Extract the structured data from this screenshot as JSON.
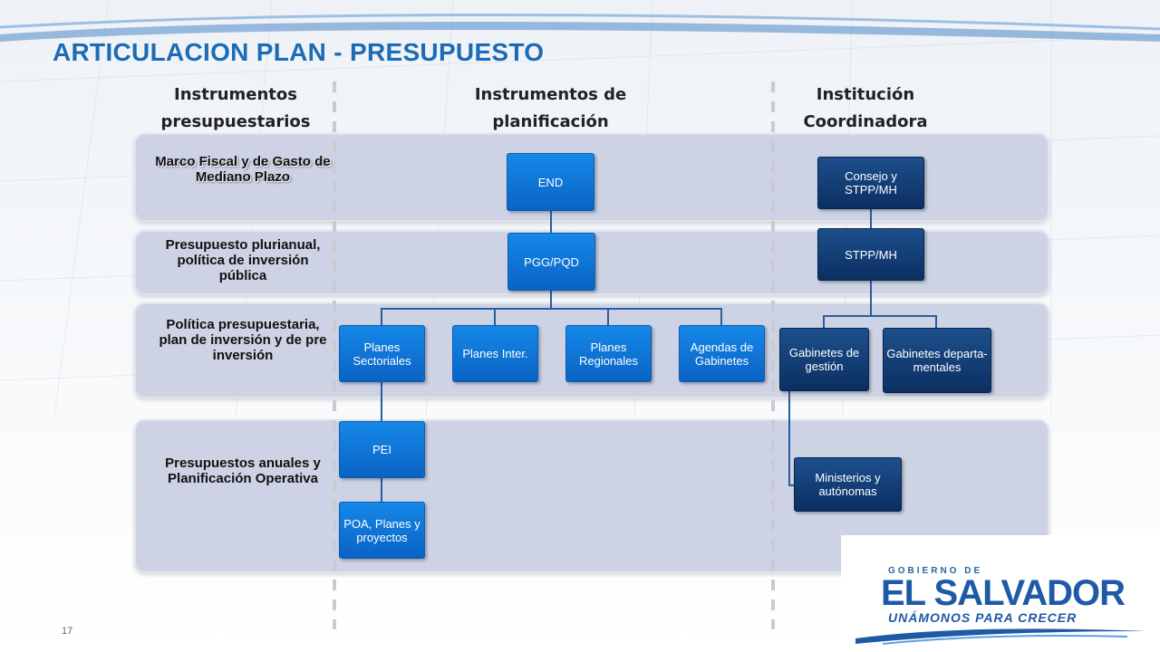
{
  "slide": {
    "title": "ARTICULACION PLAN -  PRESUPUESTO",
    "page_number": "17"
  },
  "columns": {
    "col1": "Instrumentos presupuestarios",
    "col2": "Instrumentos de planificación",
    "col3": "Institución Coordinadora"
  },
  "rows": {
    "row1": "Marco Fiscal y de Gasto de Mediano Plazo",
    "row2": "Presupuesto plurianual, política de inversión pública",
    "row3": "Política presupuestaria, plan de inversión y de pre inversión",
    "row4": "Presupuestos anuales y Planificación Operativa"
  },
  "planning": {
    "end": "END",
    "pgg": "PGG/PQD",
    "sectoriales": "Planes Sectoriales",
    "inter": "Planes Inter.",
    "regionales": "Planes Regionales",
    "agendas": "Agendas de Gabinetes",
    "pei": "PEI",
    "poa": "POA, Planes y proyectos"
  },
  "institutions": {
    "consejo": "Consejo y STPP/MH",
    "stpp": "STPP/MH",
    "gab_gestion": "Gabinetes de gestión",
    "gab_dept": "Gabinetes departa-mentales",
    "ministerios": "Ministerios y autónomas"
  },
  "logo": {
    "top": "GOBIERNO DE",
    "main": "EL SALVADOR",
    "slogan": "UNÁMONOS PARA CRECER"
  },
  "colors": {
    "title": "#1c6bb5",
    "planning_box": "#0a6fd6",
    "institution_box": "#0d3a73",
    "band": "#cdd3e4"
  }
}
